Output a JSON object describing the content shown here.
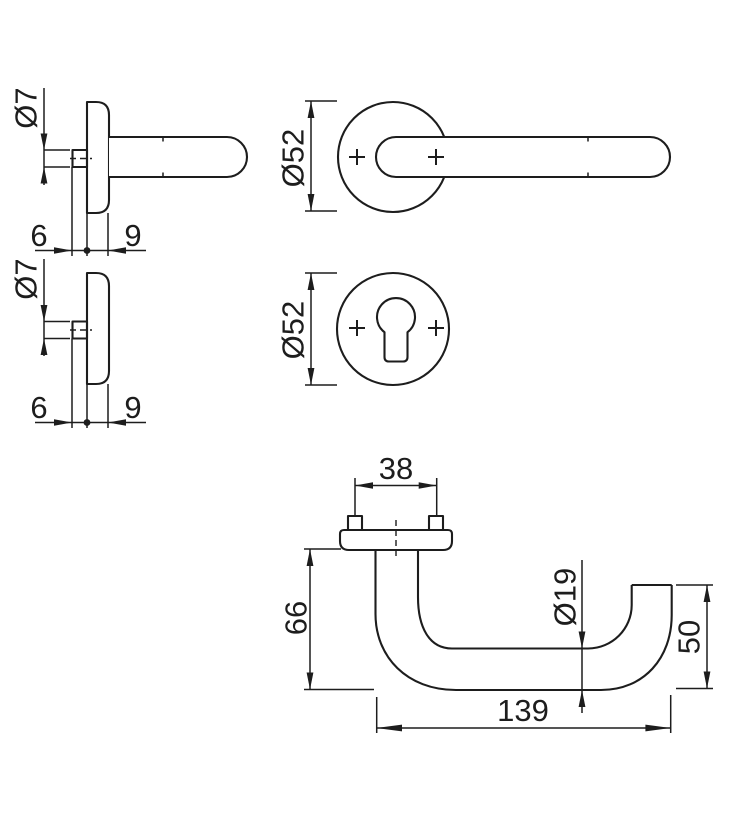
{
  "colors": {
    "background": "#ffffff",
    "line": "#1d1d1d"
  },
  "views": {
    "lever_rose_side": {
      "spindle_dia": "Ø7",
      "backset": "6",
      "rose_depth": "9"
    },
    "escutcheon_side": {
      "spindle_dia": "Ø7",
      "backset": "6",
      "rose_depth": "9"
    },
    "lever_front": {
      "rose_dia": "Ø52"
    },
    "escutcheon_front": {
      "rose_dia": "Ø52"
    },
    "lever_plan": {
      "screw_distance": "38",
      "projection": "66",
      "grip_dia": "Ø19",
      "return_depth": "50",
      "length": "139"
    }
  }
}
